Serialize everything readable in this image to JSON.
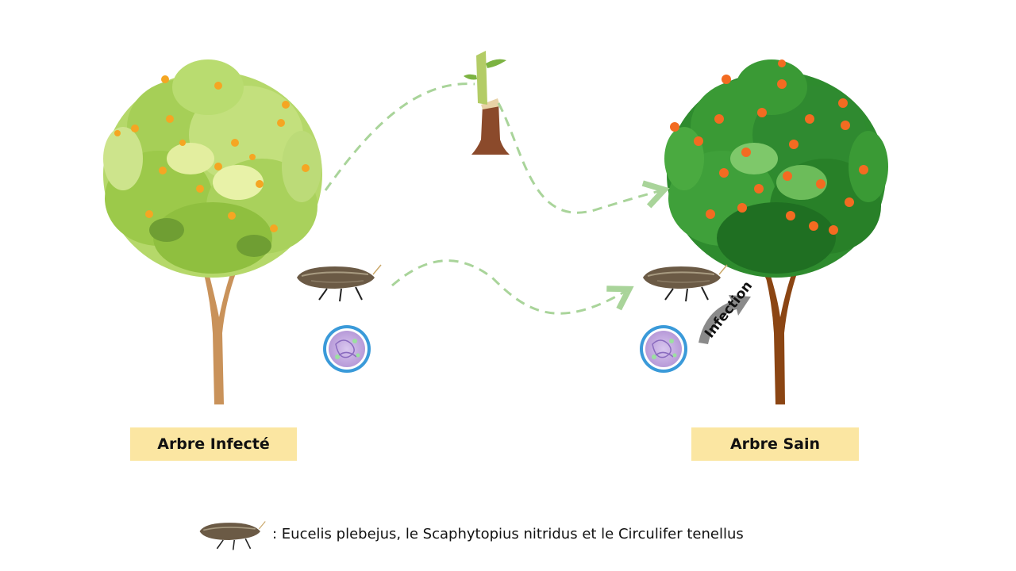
{
  "labels": {
    "infected_tree": "Arbre Infecté",
    "healthy_tree": "Arbre Sain",
    "infection": "Infection"
  },
  "legend": {
    "text": ": Eucelis plebejus, le Scaphytopius nitridus et le Circulifer tenellus",
    "icon": "leafhopper-icon"
  },
  "colors": {
    "label_bg": "#fbe6a2",
    "arrow_dashed": "#a9d49a",
    "infection_arrow": "#8a8a8a",
    "infected_foliage": "#9cc94a",
    "healthy_foliage": "#2e8b2e",
    "orange_fruit": "#f36b21",
    "infected_fruit": "#f5a623",
    "bacterium_ring": "#3a9ad9"
  },
  "icons": [
    "infected-tree",
    "healthy-tree",
    "grafted-stem",
    "leafhopper-icon",
    "bacterium-icon",
    "infection-arrow"
  ]
}
